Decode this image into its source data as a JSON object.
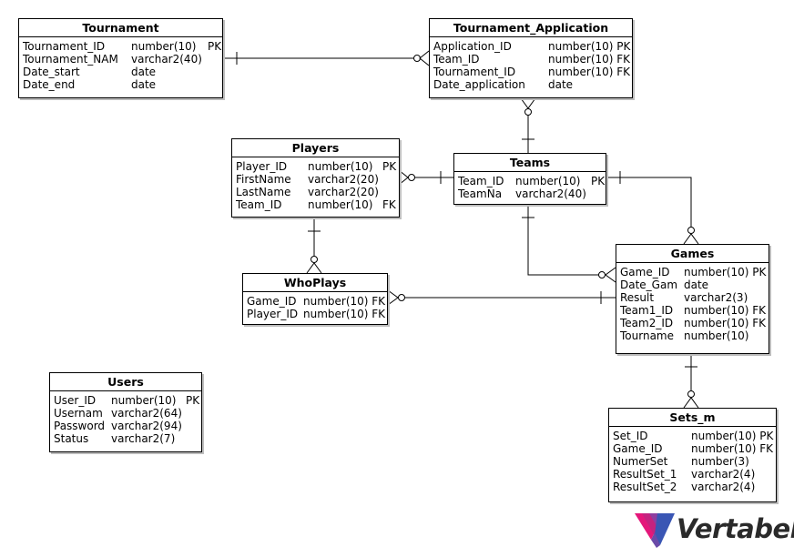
{
  "entities": {
    "tournament": {
      "name": "Tournament",
      "rows": [
        [
          "Tournament_ID",
          "number(10)",
          "PK"
        ],
        [
          "Tournament_NAM",
          "varchar2(40)",
          ""
        ],
        [
          "Date_start",
          "date",
          ""
        ],
        [
          "Date_end",
          "date",
          ""
        ]
      ]
    },
    "tournament_application": {
      "name": "Tournament_Application",
      "rows": [
        [
          "Application_ID",
          "number(10) PK",
          ""
        ],
        [
          "Team_ID",
          "number(10) FK",
          ""
        ],
        [
          "Tournament_ID",
          "number(10) FK",
          ""
        ],
        [
          "Date_application",
          "date",
          ""
        ]
      ]
    },
    "players": {
      "name": "Players",
      "rows": [
        [
          "Player_ID",
          "number(10)",
          "PK"
        ],
        [
          "FirstName",
          "varchar2(20)",
          ""
        ],
        [
          "LastName",
          "varchar2(20)",
          ""
        ],
        [
          "Team_ID",
          "number(10)",
          "FK"
        ]
      ]
    },
    "teams": {
      "name": "Teams",
      "rows": [
        [
          "Team_ID",
          "number(10)",
          "PK"
        ],
        [
          "TeamNa",
          "varchar2(40)",
          ""
        ]
      ]
    },
    "games": {
      "name": "Games",
      "rows": [
        [
          "Game_ID",
          "number(10) PK",
          ""
        ],
        [
          "Date_Gam",
          "date",
          ""
        ],
        [
          "Result",
          "varchar2(3)",
          ""
        ],
        [
          "Team1_ID",
          "number(10) FK",
          ""
        ],
        [
          "Team2_ID",
          "number(10) FK",
          ""
        ],
        [
          "Tourname",
          "number(10)",
          ""
        ]
      ]
    },
    "whoplays": {
      "name": "WhoPlays",
      "rows": [
        [
          "Game_ID",
          "number(10) FK",
          ""
        ],
        [
          "Player_ID",
          "number(10) FK",
          ""
        ]
      ]
    },
    "users": {
      "name": "Users",
      "rows": [
        [
          "User_ID",
          "number(10)",
          "PK"
        ],
        [
          "Usernam",
          "varchar2(64)",
          ""
        ],
        [
          "Password",
          "varchar2(94)",
          ""
        ],
        [
          "Status",
          "varchar2(7)",
          ""
        ]
      ]
    },
    "sets_m": {
      "name": "Sets_m",
      "rows": [
        [
          "Set_ID",
          "number(10) PK",
          ""
        ],
        [
          "Game_ID",
          "number(10) FK",
          ""
        ],
        [
          "NumerSet",
          "number(3)",
          ""
        ],
        [
          "ResultSet_1",
          "varchar2(4)",
          ""
        ],
        [
          "ResultSet_2",
          "varchar2(4)",
          ""
        ]
      ]
    }
  },
  "logo": {
    "text": "Vertabelo",
    "colors": [
      "#e4177a",
      "#8e3fa0",
      "#3a56b4"
    ]
  }
}
